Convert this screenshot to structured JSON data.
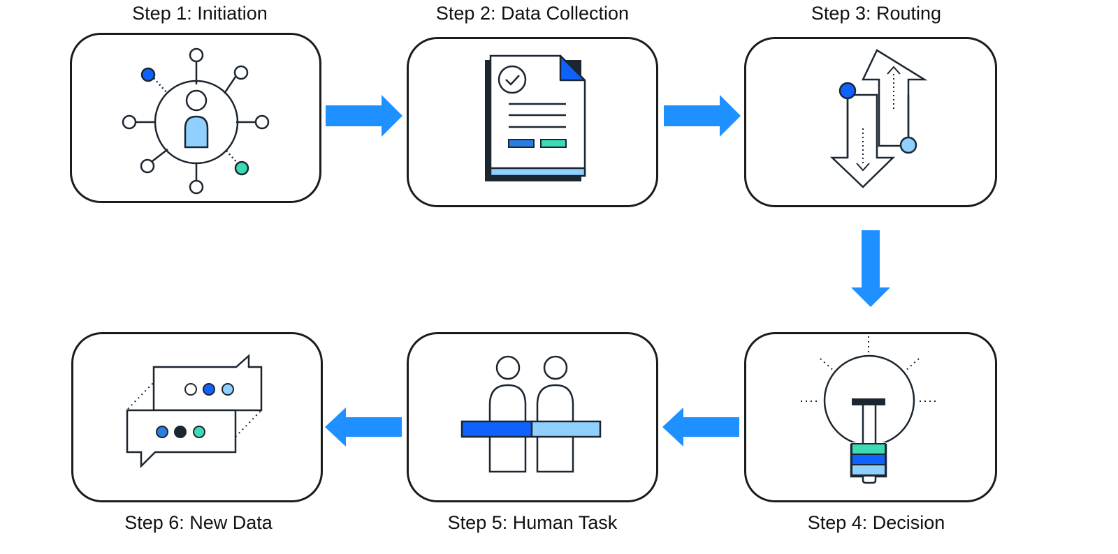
{
  "steps": [
    {
      "label": "Step 1: Initiation",
      "icon": "person-network-icon"
    },
    {
      "label": "Step 2: Data Collection",
      "icon": "document-check-icon"
    },
    {
      "label": "Step 3: Routing",
      "icon": "up-down-arrows-icon"
    },
    {
      "label": "Step 4: Decision",
      "icon": "lightbulb-icon"
    },
    {
      "label": "Step 5: Human Task",
      "icon": "two-people-icon"
    },
    {
      "label": "Step 6: New Data",
      "icon": "chat-bubbles-icon"
    }
  ],
  "colors": {
    "arrow": "#1e90ff",
    "stroke": "#1b2631",
    "dark_blue": "#0f62fe",
    "light_blue": "#8fd0ff",
    "teal": "#3ddbb5",
    "mid_blue": "#2a7de1"
  }
}
